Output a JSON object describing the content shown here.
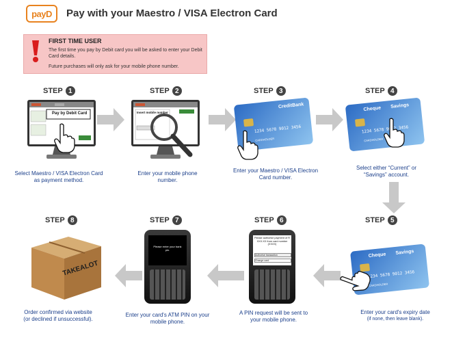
{
  "header": {
    "logo_text": "payD",
    "title": "Pay with your Maestro / VISA Electron Card"
  },
  "notice": {
    "title": "FIRST TIME USER",
    "line1": "The first time you pay  by Debit card you will be asked to enter your Debit Card details.",
    "line2": "Future purchases will only ask for your mobile phone number."
  },
  "steps": [
    {
      "label": "STEP",
      "number": "1",
      "caption": "Select Maestro / VISA Electron Card as payment method."
    },
    {
      "label": "STEP",
      "number": "2",
      "caption": "Enter your mobile phone number."
    },
    {
      "label": "STEP",
      "number": "3",
      "caption": "Enter your Maestro / VISA Electron Card number."
    },
    {
      "label": "STEP",
      "number": "4",
      "caption": "Select either “Current” or “Savings” account."
    },
    {
      "label": "STEP",
      "number": "5",
      "caption": "Enter your card's expiry date",
      "caption_small": "(if none, then leave blank)."
    },
    {
      "label": "STEP",
      "number": "6",
      "caption": "A PIN request will be sent to your mobile phone."
    },
    {
      "label": "STEP",
      "number": "7",
      "caption": "Enter your card's ATM PIN on your mobile phone."
    },
    {
      "label": "STEP",
      "number": "8",
      "caption": "Order confirmed via website (or declined if unsuccessful)."
    }
  ],
  "screen1": {
    "title": "Pay by Debit Card"
  },
  "screen2": {
    "title": "Insert mobile number"
  },
  "cards": {
    "bank": "CreditBank",
    "number": "1234 5678 9012 3456",
    "name": "CARDHOLDER",
    "cheque": "Cheque",
    "savings": "Savings"
  },
  "phone6": {
    "text": "Please authorise payment of R XXX.XX from card number (XXXX)",
    "option1": "Authorise transaction",
    "option2": "Change card"
  },
  "phone7": {
    "text": "Please enter your bank pin."
  },
  "box": {
    "text": "TAKEALOT"
  },
  "colors": {
    "arrow": "#c8c8c8",
    "caption": "#1a3e8a",
    "notice_bg": "#f7c6c6",
    "accent": "#e8821e"
  }
}
